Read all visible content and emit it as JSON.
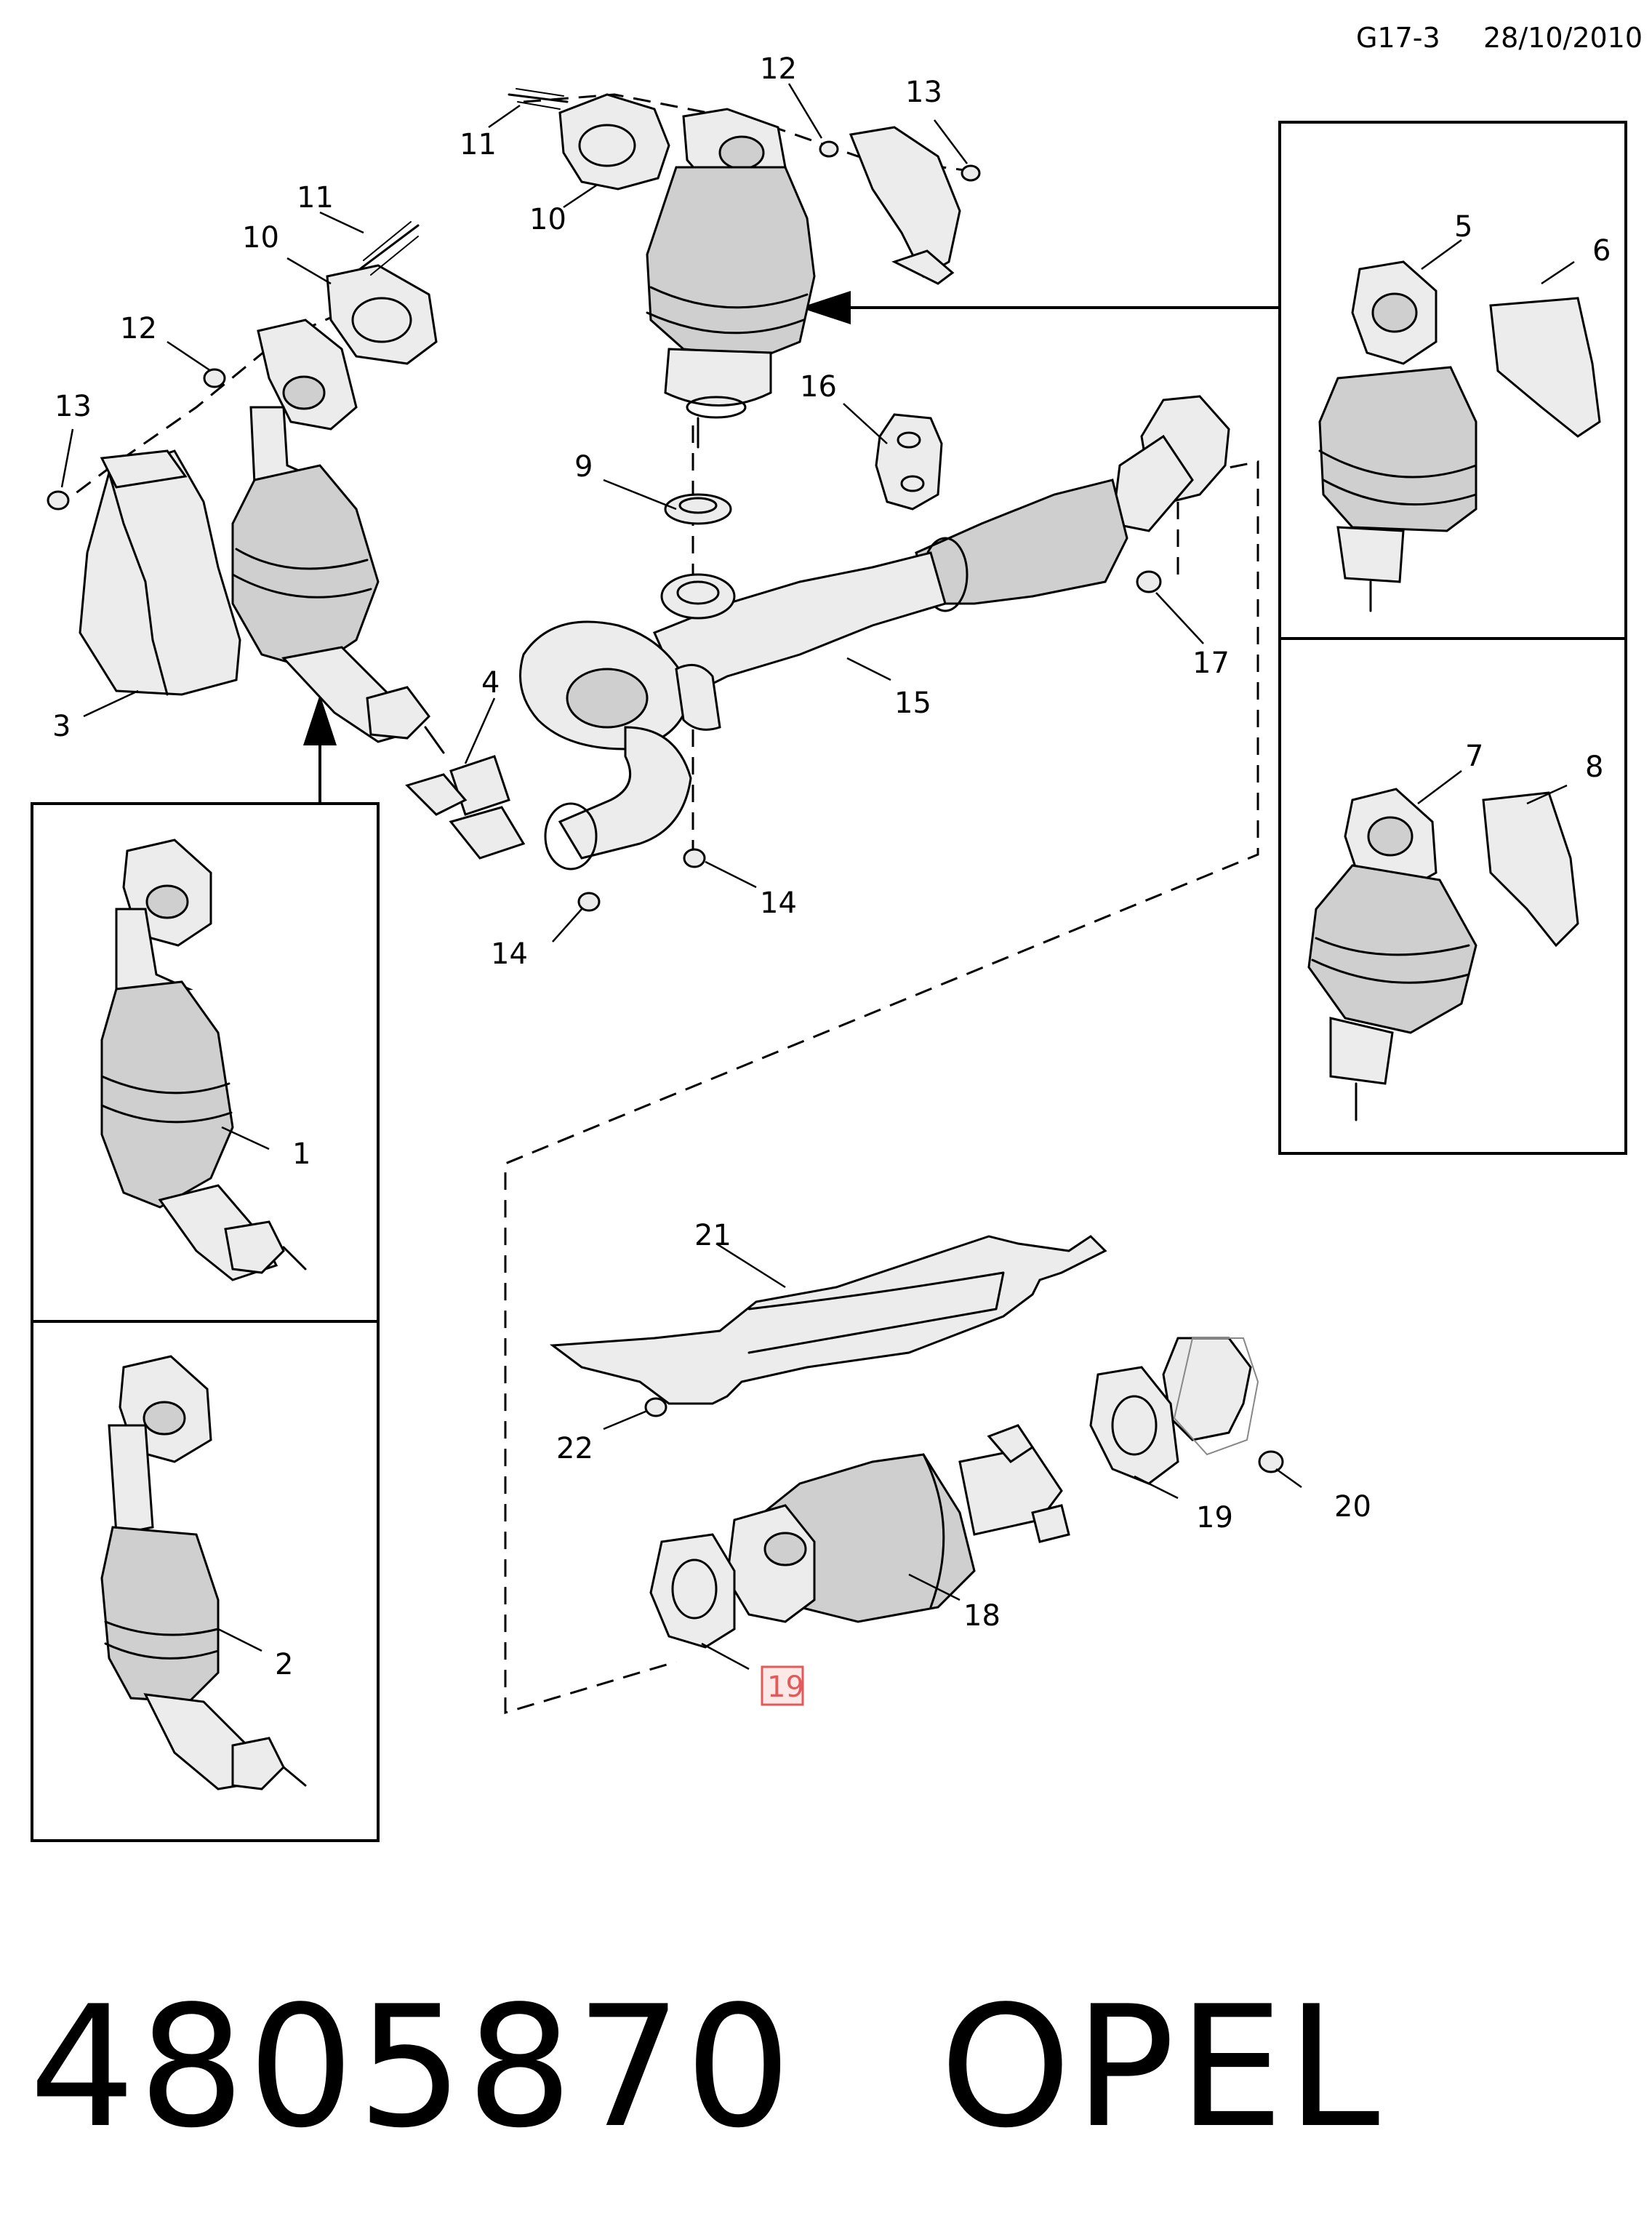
{
  "header": {
    "code": "G17-3",
    "date": "28/10/2010"
  },
  "callouts": {
    "c1": "1",
    "c2": "2",
    "c3": "3",
    "c4": "4",
    "c5": "5",
    "c6": "6",
    "c7": "7",
    "c8": "8",
    "c9": "9",
    "c10a": "10",
    "c10b": "10",
    "c11a": "11",
    "c11b": "11",
    "c12a": "12",
    "c12b": "12",
    "c13a": "13",
    "c13b": "13",
    "c14a": "14",
    "c14b": "14",
    "c15": "15",
    "c16": "16",
    "c17": "17",
    "c18": "18",
    "c19a": "19",
    "c19b": "19",
    "c20": "20",
    "c21": "21",
    "c22": "22"
  },
  "footer": {
    "part_number": "4805870",
    "brand": "OPEL"
  }
}
